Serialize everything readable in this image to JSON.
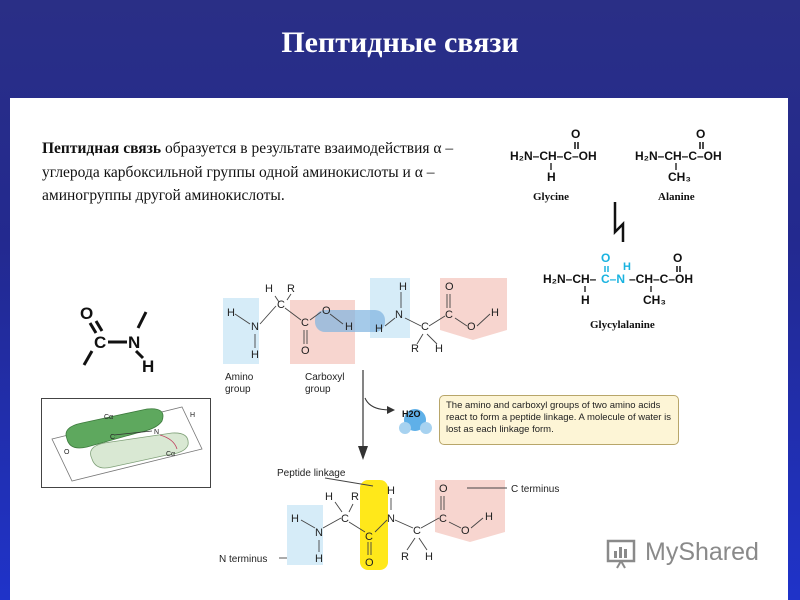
{
  "slide": {
    "title": "Пептидные связи"
  },
  "definition": {
    "bold_term": "Пептидная связь",
    "text": " образуется в результате взаимодействия α – углерода карбоксильной группы одной аминокислоты и α –аминогруппы другой аминокислоты."
  },
  "reaction": {
    "glycine_label": "Glycine",
    "alanine_label": "Alanine",
    "product_label": "Glycylalanine"
  },
  "labels": {
    "amino_group_line1": "Amino",
    "amino_group_line2": "group",
    "carboxyl_group_line1": "Carboxyl",
    "carboxyl_group_line2": "group",
    "peptide_linkage": "Peptide linkage",
    "c_terminus": "C terminus",
    "n_terminus": "N terminus",
    "water": "H2O"
  },
  "note": "The amino and carboxyl groups of two amino acids react to form a peptide linkage. A molecule of water is lost as each linkage form.",
  "inset": {
    "ca1": "Cα",
    "ca2": "Cα",
    "c": "C",
    "n": "N",
    "o": "O",
    "h": "H"
  },
  "watermark": "MyShared",
  "colors": {
    "title_bg": "#2a2f86",
    "amino_tint": "#d6ecf8",
    "carboxyl_tint": "#f7d5cf",
    "linkage": "#ffe81a",
    "cyan": "#1ab3e0"
  }
}
